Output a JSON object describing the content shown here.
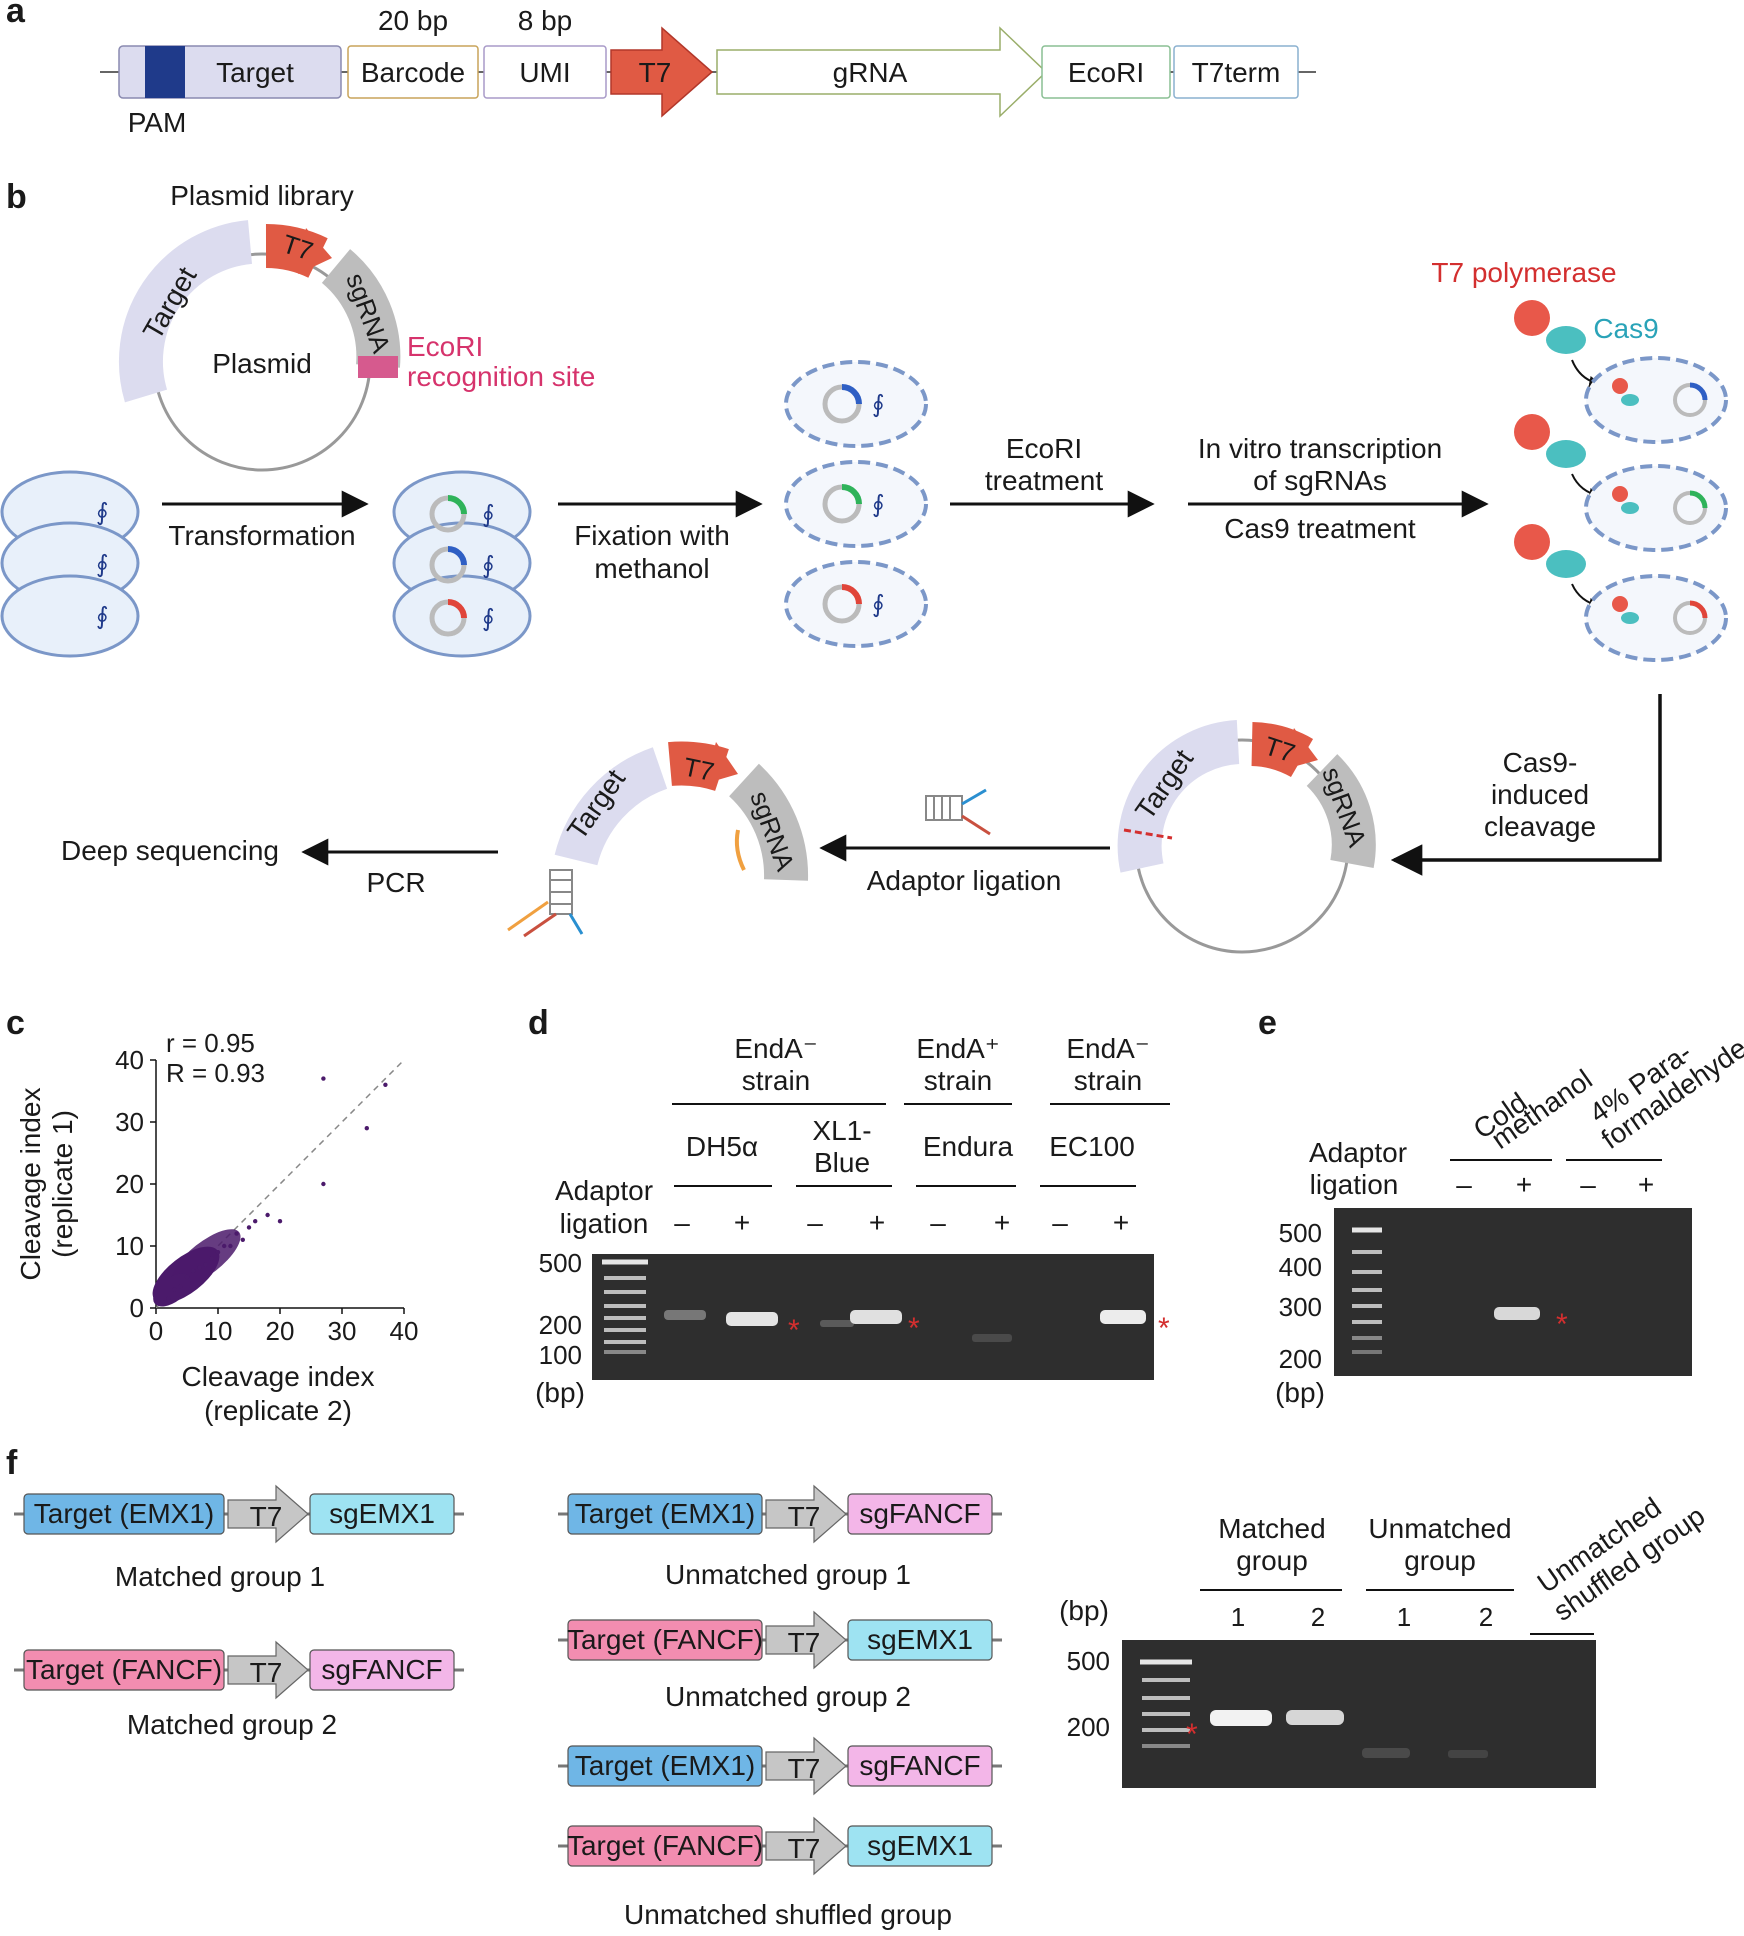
{
  "panels": {
    "a": "a",
    "b": "b",
    "c": "c",
    "d": "d",
    "e": "e",
    "f": "f"
  },
  "panel_a": {
    "segments": {
      "target": "Target",
      "barcode": "Barcode",
      "umi": "UMI",
      "t7": "T7",
      "grna": "gRNA",
      "ecori": "EcoRI",
      "t7term": "T7term"
    },
    "barcode_len": "20 bp",
    "umi_len": "8 bp",
    "pam": "PAM"
  },
  "panel_b": {
    "plasmid_library": "Plasmid library",
    "plasmid": "Plasmid",
    "target": "Target",
    "t7": "T7",
    "sgrna": "sgRNA",
    "ecori_site_1": "EcoRI",
    "ecori_site_2": "recognition site",
    "transformation": "Transformation",
    "fixation_1": "Fixation with",
    "fixation_2": "methanol",
    "ecori_treat_1": "EcoRI",
    "ecori_treat_2": "treatment",
    "ivt_1": "In vitro transcription",
    "ivt_2": "of sgRNAs",
    "cas9_treatment": "Cas9 treatment",
    "t7_polymerase": "T7 polymerase",
    "cas9": "Cas9",
    "cleavage_1": "Cas9-",
    "cleavage_2": "induced",
    "cleavage_3": "cleavage",
    "adaptor_ligation": "Adaptor ligation",
    "pcr": "PCR",
    "deep_sequencing": "Deep sequencing"
  },
  "panel_c": {
    "r": "r = 0.95",
    "R": "R = 0.93",
    "ylabel_1": "Cleavage index",
    "ylabel_2": "(replicate 1)",
    "xlabel_1": "Cleavage index",
    "xlabel_2": "(replicate 2)"
  },
  "panel_d": {
    "group1_1": "EndA⁻",
    "group1_2": "strain",
    "group2_1": "EndA⁺",
    "group2_2": "strain",
    "group3_1": "EndA⁻",
    "group3_2": "strain",
    "strains": [
      "DH5α",
      "XL1-",
      "Blue",
      "Endura",
      "EC100"
    ],
    "adaptor_1": "Adaptor",
    "adaptor_2": "ligation",
    "signs": [
      "–",
      "+",
      "–",
      "+",
      "–",
      "+",
      "–",
      "+"
    ],
    "markers": [
      "500",
      "200",
      "100"
    ],
    "unit": "(bp)",
    "star": "*"
  },
  "panel_e": {
    "cond1_1": "Cold",
    "cond1_2": "methanol",
    "cond2_1": "4% Para-",
    "cond2_2": "formaldehyde",
    "adaptor_1": "Adaptor",
    "adaptor_2": "ligation",
    "signs": [
      "–",
      "+",
      "–",
      "+"
    ],
    "markers": [
      "500",
      "400",
      "300",
      "200"
    ],
    "unit": "(bp)",
    "star": "*"
  },
  "panel_f": {
    "target_emx1": "Target (EMX1)",
    "target_fancf": "Target (FANCF)",
    "t7": "T7",
    "sgemx1": "sgEMX1",
    "sgfancf": "sgFANCF",
    "matched_group_1": "Matched group 1",
    "matched_group_2": "Matched group 2",
    "unmatched_group_1": "Unmatched group 1",
    "unmatched_group_2": "Unmatched group 2",
    "unmatched_shuffled_group": "Unmatched shuffled group",
    "gel_matched_1": "Matched",
    "gel_matched_2": "group",
    "gel_unmatched_1": "Unmatched",
    "gel_unmatched_2": "group",
    "gel_shuffled_1": "Unmatched",
    "gel_shuffled_2": "shuffled group",
    "lane_nums": [
      "1",
      "2",
      "1",
      "2"
    ],
    "markers": [
      "500",
      "200"
    ],
    "unit": "(bp)",
    "star": "*"
  },
  "colors": {
    "t7_red": "#e05a44",
    "target_lavender": "#dcdcef",
    "pam_navy": "#1f3a8a",
    "ecori_pink": "#d65a8e",
    "emx1_blue": "#6fb6e6",
    "fancf_pink": "#f28db0",
    "sgemx1_cyan": "#9ee3f2",
    "sgfancf_pink": "#f3b6e8",
    "cas9_teal": "#4bbfc0",
    "star_red": "#d32f2f",
    "scatter_purple": "#4b1a6b"
  },
  "chart_data": {
    "type": "scatter",
    "xlabel": "Cleavage index (replicate 2)",
    "ylabel": "Cleavage index (replicate 1)",
    "xlim": [
      0,
      40
    ],
    "ylim": [
      0,
      40
    ],
    "xticks": [
      0,
      10,
      20,
      30,
      40
    ],
    "yticks": [
      0,
      10,
      20,
      30,
      40
    ],
    "annotations": [
      "r = 0.95",
      "R = 0.93"
    ],
    "identity_line": true,
    "points": [
      [
        1,
        1
      ],
      [
        2,
        1.5
      ],
      [
        3,
        3
      ],
      [
        4,
        3.5
      ],
      [
        5,
        5
      ],
      [
        6,
        6
      ],
      [
        7,
        6.5
      ],
      [
        8,
        7
      ],
      [
        9,
        8
      ],
      [
        10,
        9
      ],
      [
        11,
        10
      ],
      [
        12,
        10
      ],
      [
        13,
        12
      ],
      [
        14,
        11
      ],
      [
        15,
        13
      ],
      [
        16,
        14
      ],
      [
        18,
        15
      ],
      [
        20,
        14
      ],
      [
        27,
        37
      ],
      [
        34,
        29
      ],
      [
        37,
        36
      ],
      [
        27,
        20
      ]
    ]
  }
}
